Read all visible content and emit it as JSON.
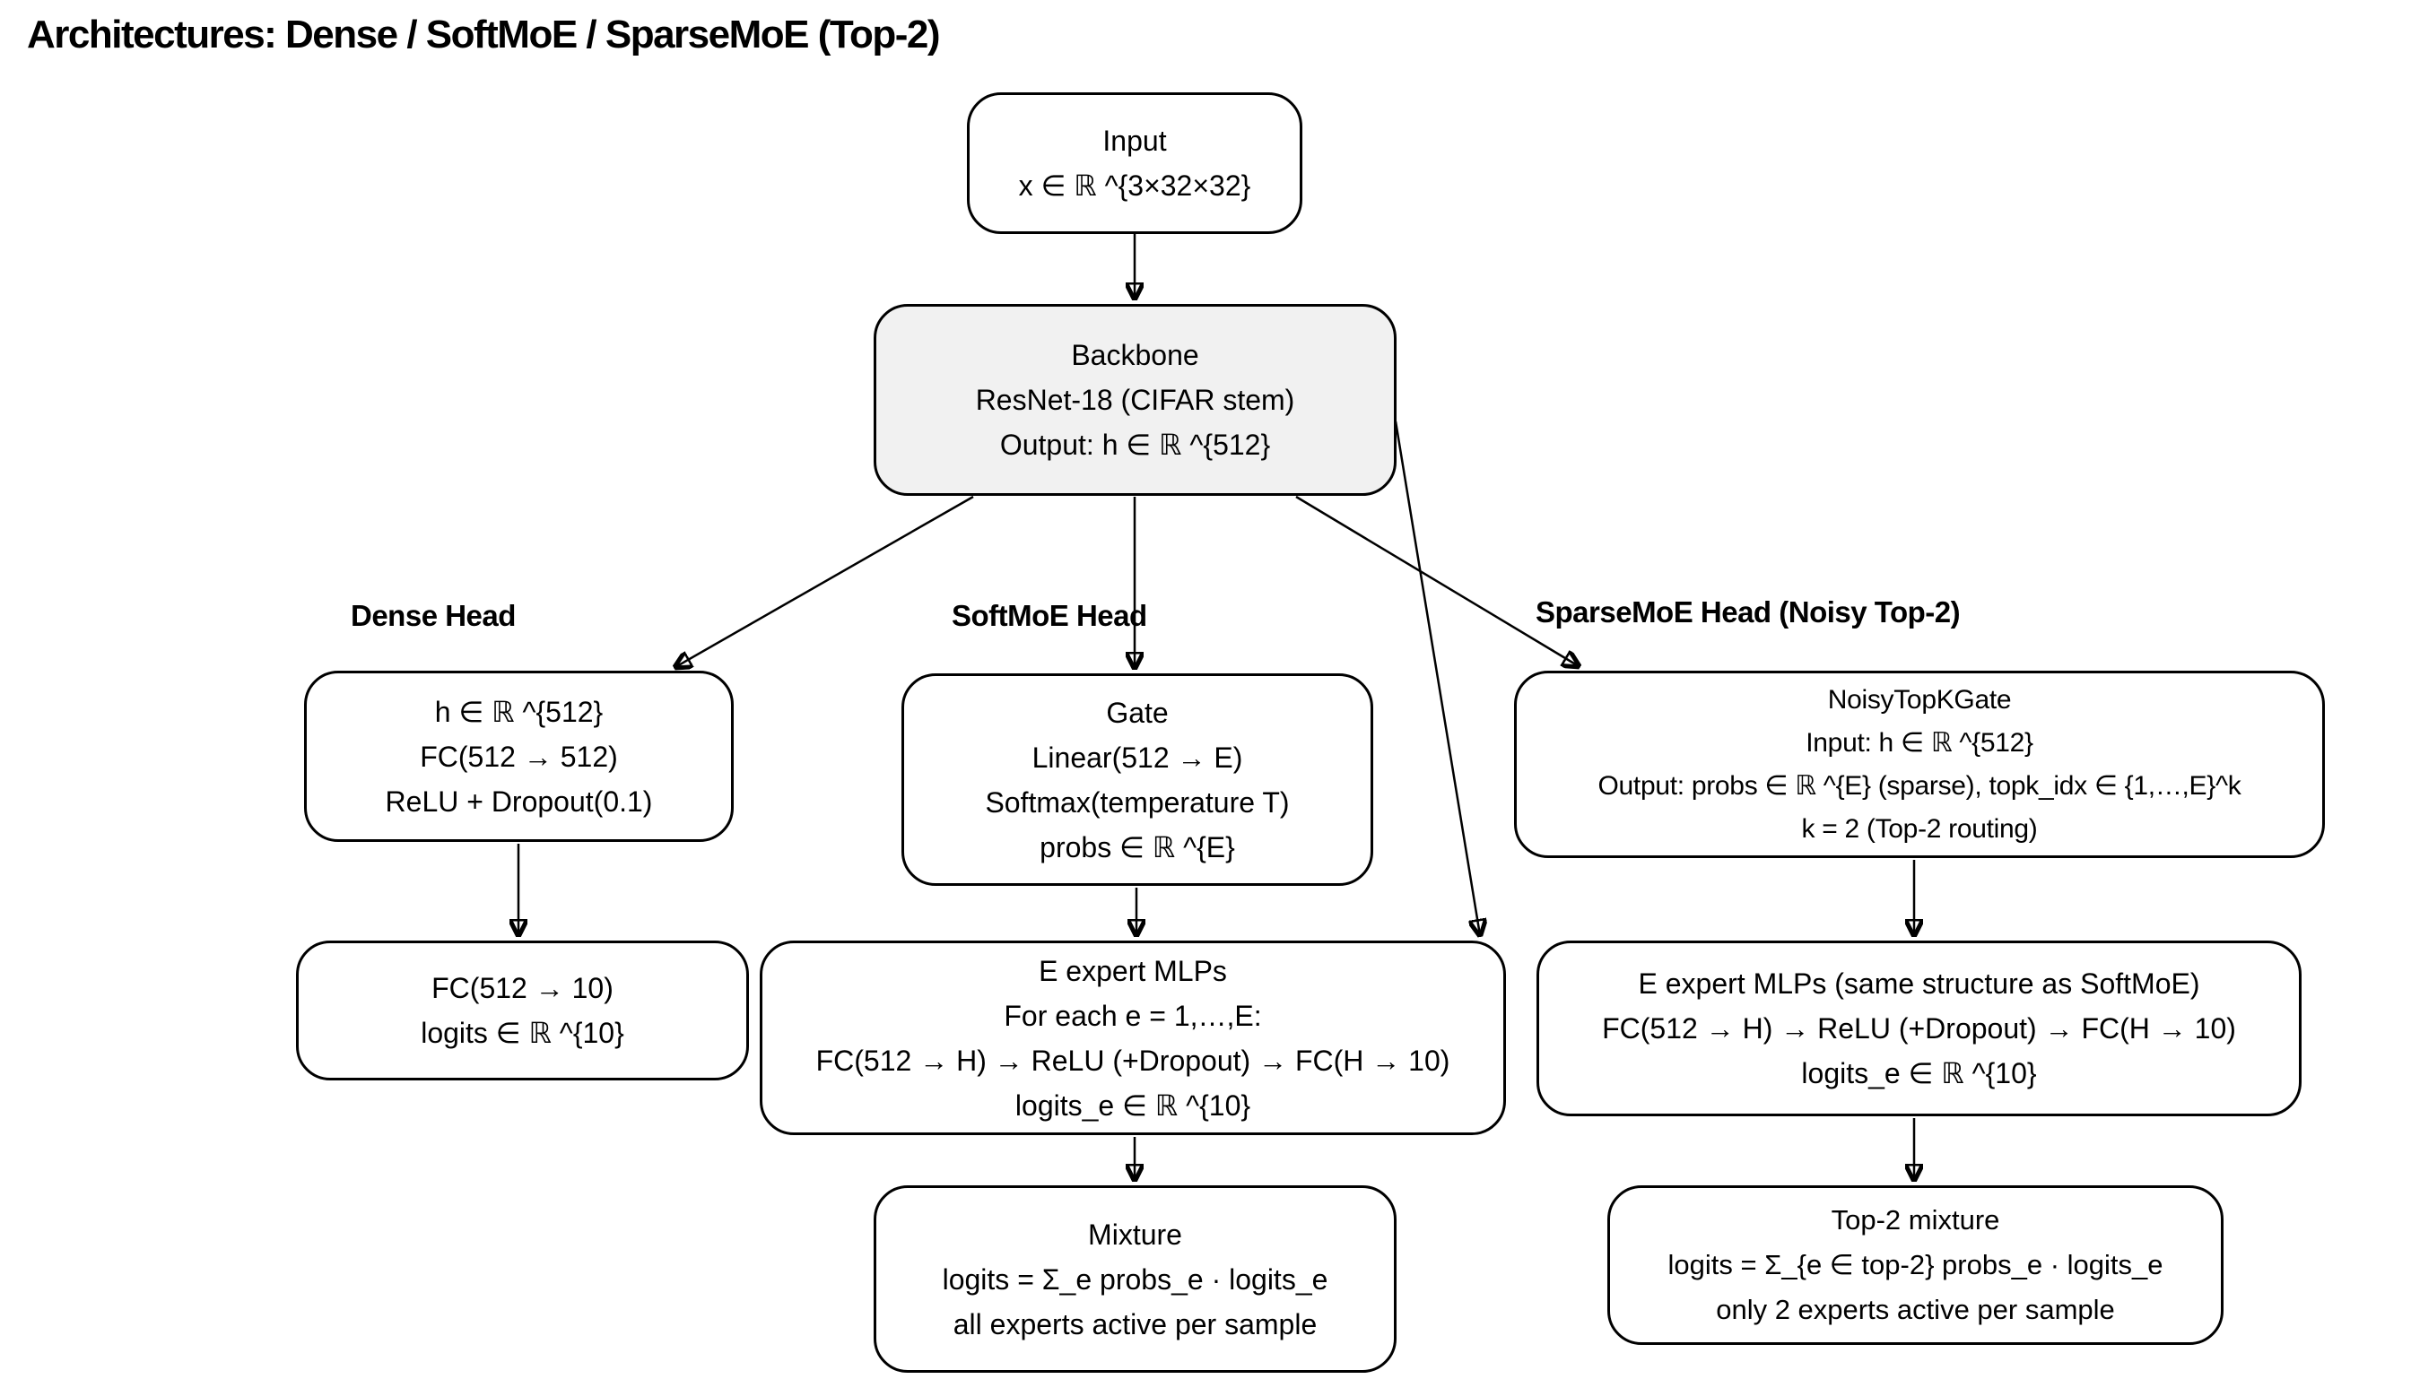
{
  "title": "Architectures: Dense / SoftMoE / SparseMoE (Top-2)",
  "colors": {
    "background": "#ffffff",
    "border": "#000000",
    "text": "#000000",
    "box_fill": "#ffffff",
    "backbone_fill": "#f1f1f1"
  },
  "column_labels": {
    "dense": "Dense Head",
    "softmoe": "SoftMoE Head",
    "sparsemoe": "SparseMoE Head (Noisy Top-2)"
  },
  "nodes": {
    "input": {
      "lines": [
        "Input",
        "x ∈ ℝ ^{3×32×32}"
      ]
    },
    "backbone": {
      "lines": [
        "Backbone",
        "ResNet-18 (CIFAR stem)",
        "Output: h ∈ ℝ ^{512}"
      ]
    },
    "dense_fc1": {
      "lines": [
        "h ∈ ℝ ^{512}",
        "FC(512 → 512)",
        "ReLU + Dropout(0.1)"
      ]
    },
    "dense_fc2": {
      "lines": [
        "FC(512 → 10)",
        "logits ∈ ℝ ^{10}"
      ]
    },
    "gate": {
      "lines": [
        "Gate",
        "Linear(512 → E)",
        "Softmax(temperature T)",
        "probs ∈ ℝ ^{E}"
      ]
    },
    "soft_experts": {
      "lines": [
        "E expert MLPs",
        "For each e = 1,…,E:",
        "FC(512 → H) → ReLU (+Dropout) → FC(H → 10)",
        "logits_e ∈ ℝ ^{10}"
      ]
    },
    "mixture": {
      "lines": [
        "Mixture",
        "logits = Σ_e probs_e · logits_e",
        "all experts active per sample"
      ]
    },
    "noisy_gate": {
      "lines": [
        "NoisyTopKGate",
        "Input: h ∈ ℝ ^{512}",
        "Output: probs ∈ ℝ ^{E} (sparse), topk_idx ∈ {1,…,E}^k",
        "k = 2 (Top-2 routing)"
      ]
    },
    "sparse_experts": {
      "lines": [
        "E expert MLPs (same structure as SoftMoE)",
        "FC(512 → H) → ReLU (+Dropout) → FC(H → 10)",
        "logits_e ∈ ℝ ^{10}"
      ]
    },
    "top2_mixture": {
      "lines": [
        "Top-2 mixture",
        "logits = Σ_{e ∈ top-2} probs_e · logits_e",
        "only 2 experts active per sample"
      ]
    }
  },
  "edges": [
    {
      "from": "input",
      "to": "backbone"
    },
    {
      "from": "backbone",
      "to": "dense_fc1"
    },
    {
      "from": "backbone",
      "to": "gate"
    },
    {
      "from": "backbone",
      "to": "noisy_gate"
    },
    {
      "from": "backbone",
      "to": "soft_experts"
    },
    {
      "from": "dense_fc1",
      "to": "dense_fc2"
    },
    {
      "from": "gate",
      "to": "soft_experts"
    },
    {
      "from": "soft_experts",
      "to": "mixture"
    },
    {
      "from": "noisy_gate",
      "to": "sparse_experts"
    },
    {
      "from": "sparse_experts",
      "to": "top2_mixture"
    }
  ]
}
